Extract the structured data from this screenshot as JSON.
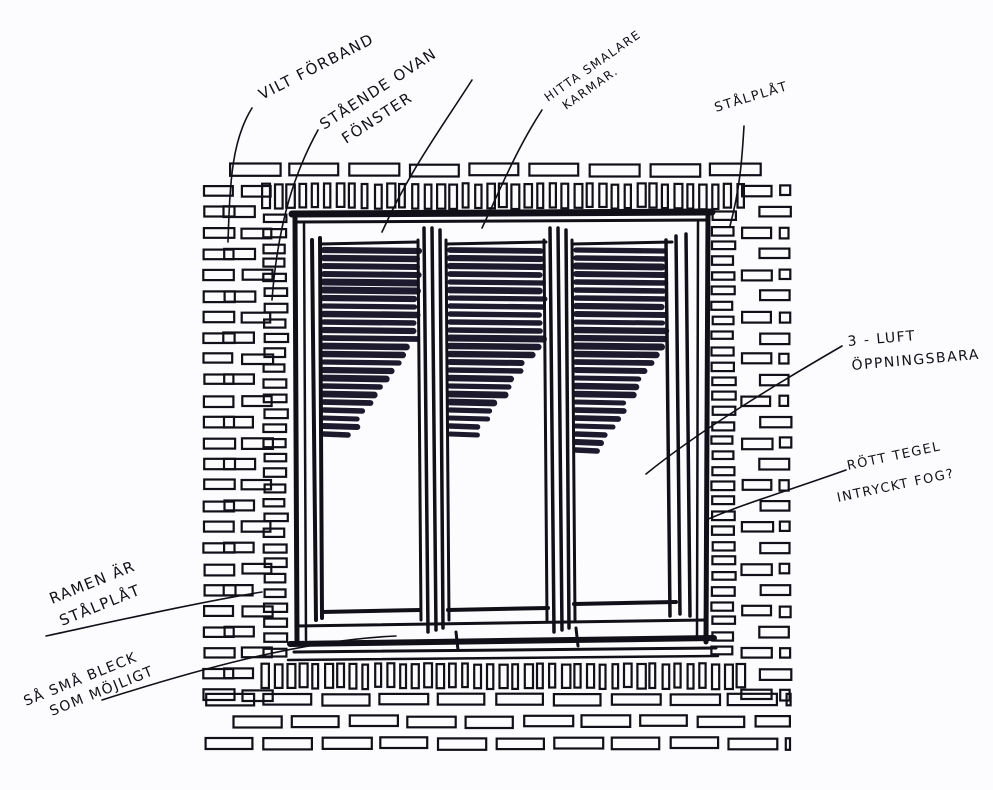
{
  "annotations": {
    "vilt_forband": "VILT FÖRBAND",
    "staende_line1": "STÅENDE OVAN",
    "staende_line2": "FÖNSTER",
    "hitta_line1": "HITTA SMALARE",
    "hitta_line2": "KARMAR.",
    "stalplat": "STÅLPLÅT",
    "luft_line1": "3 - LUFT",
    "luft_line2": "ÖPPNINGSBARA",
    "tegel_line1": "RÖTT TEGEL",
    "tegel_line2": "INTRYCKT FOG?",
    "ramen_line1": "RAMEN ÄR",
    "ramen_line2": "STÅLPLÅT",
    "bleck_line1": "SÅ SMÅ BLECK",
    "bleck_line2": "SOM MÖJLIGT"
  },
  "colors": {
    "ink": "#111018",
    "ink_shadow": "#1c1a2c",
    "paper": "#fcfbfd"
  }
}
